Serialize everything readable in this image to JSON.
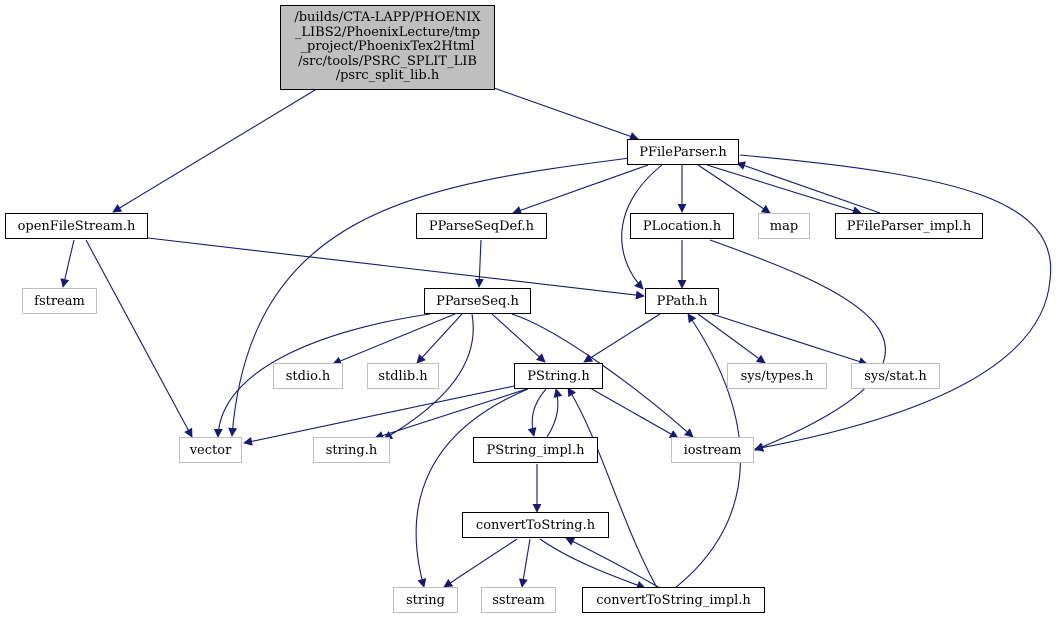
{
  "colors": {
    "edge": "#191970",
    "root_fill": "#bfbfbf",
    "external_border": "#bfbfbf",
    "node_border": "#000000"
  },
  "nodes": {
    "psrc_split_lib": "/builds/CTA-LAPP/PHOENIX\n_LIBS2/PhoenixLecture/tmp\n_project/PhoenixTex2Html\n/src/tools/PSRC_SPLIT_LIB\n/psrc_split_lib.h",
    "pfileparser": "PFileParser.h",
    "openfilestream": "openFileStream.h",
    "pparseseqdef": "PParseSeqDef.h",
    "plocation": "PLocation.h",
    "map": "map",
    "pfileparser_impl": "PFileParser_impl.h",
    "fstream": "fstream",
    "pparseseq": "PParseSeq.h",
    "ppath": "PPath.h",
    "stdio": "stdio.h",
    "stdlib": "stdlib.h",
    "pstring": "PString.h",
    "systypes": "sys/types.h",
    "sysstat": "sys/stat.h",
    "vector": "vector",
    "stringh": "string.h",
    "pstring_impl": "PString_impl.h",
    "iostream": "iostream",
    "converttostring": "convertToString.h",
    "string": "string",
    "sstream": "sstream",
    "converttostring_impl": "convertToString_impl.h"
  }
}
